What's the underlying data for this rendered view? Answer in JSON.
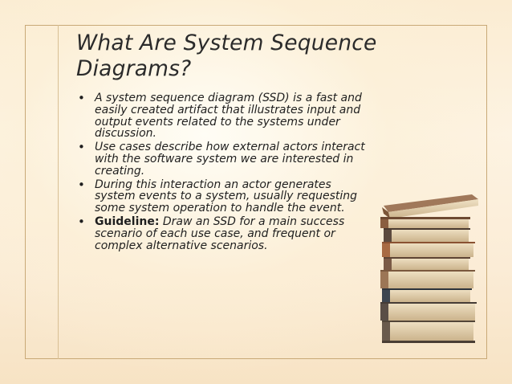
{
  "slide": {
    "title": "What Are System Sequence Diagrams?",
    "bullets": [
      {
        "text": "A system sequence diagram (SSD) is a fast and easily created artifact that illustrates input and output events related to the systems under discussion."
      },
      {
        "text": "Use cases describe how external actors interact with the software system we are interested in creating."
      },
      {
        "text": "During this interaction an actor generates system events to a system, usually requesting some system operation to handle the event."
      },
      {
        "prefix": "Guideline:",
        "text": " Draw an SSD for a main success scenario of each use case, and frequent or complex alternative scenarios."
      }
    ],
    "bullet_glyph": "•"
  },
  "colors": {
    "frame": "#c9a977",
    "text": "#1f1f1f",
    "background": "#fbecd2"
  },
  "image": {
    "icon": "stacked-books-image"
  }
}
